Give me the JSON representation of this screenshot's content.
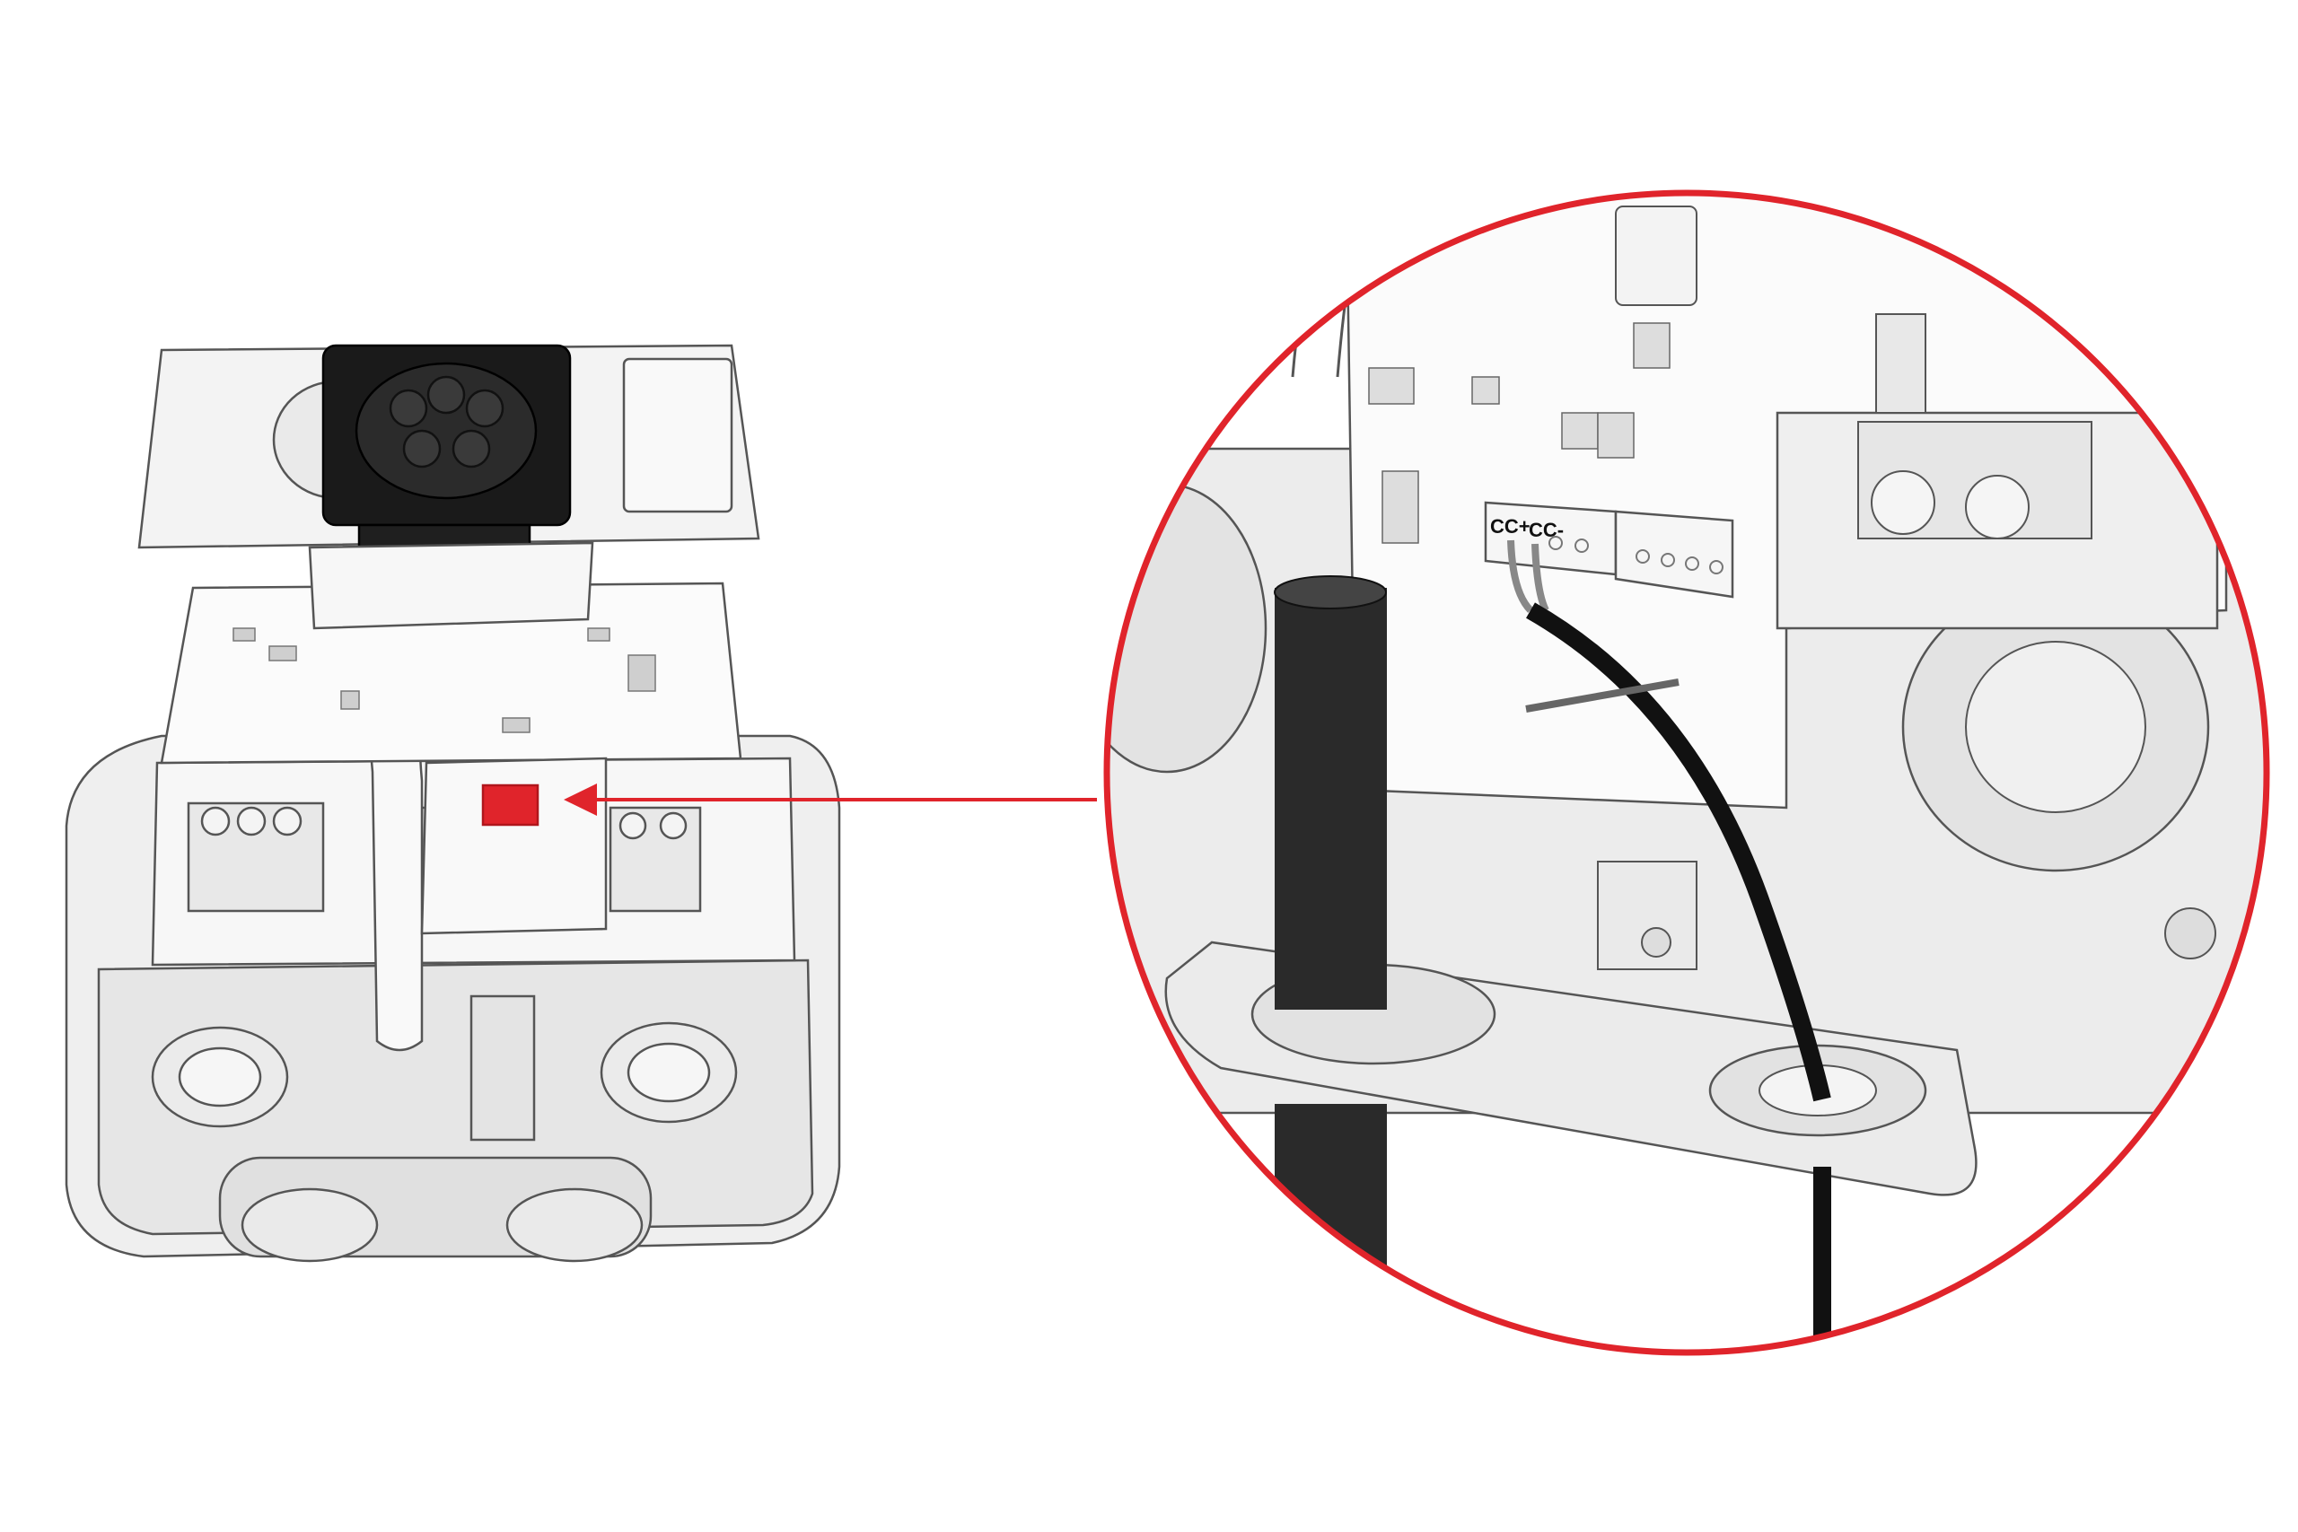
{
  "diagram": {
    "labels": {
      "cc_plus": "CC+",
      "cc_minus": "CC-"
    },
    "colors": {
      "accent": "#e0242b",
      "line": "#555555",
      "fill_light": "#f2f2f2",
      "fill_mid": "#e2e2e2",
      "cable": "#1a1a1a"
    },
    "icons": [
      "charger-overview",
      "detail-callout-circle",
      "pointer-arrow",
      "control-cable"
    ]
  }
}
